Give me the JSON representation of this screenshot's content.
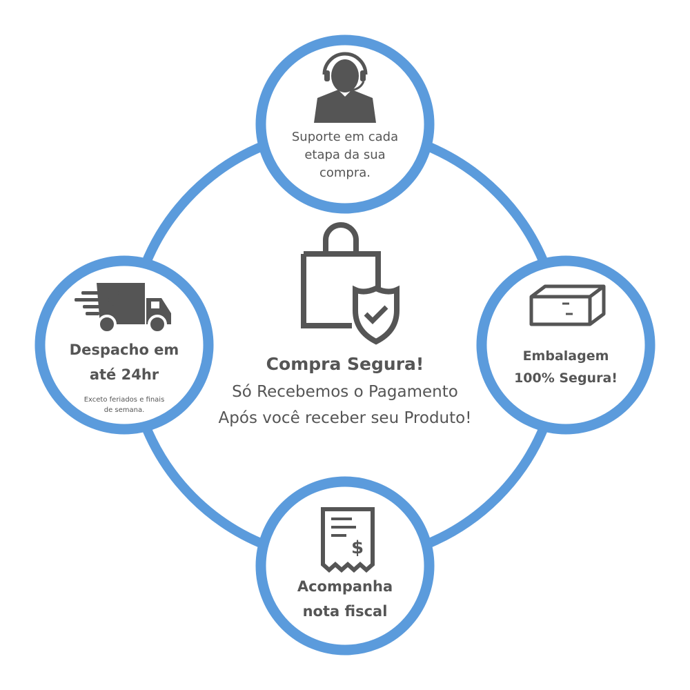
{
  "colors": {
    "ring": "#5b9bdc",
    "icon": "#555555",
    "text": "#555555"
  },
  "center": {
    "title": "Compra Segura!",
    "line1": "Só Recebemos o Pagamento",
    "line2": "Após você receber seu Produto!",
    "icon": "shopping-bag-shield-icon"
  },
  "top": {
    "line1": "Suporte em cada",
    "line2": "etapa da sua",
    "line3": "compra.",
    "icon": "support-agent-icon"
  },
  "left": {
    "line1": "Despacho em",
    "line2": "até 24hr",
    "note1": "Exceto feriados e finais",
    "note2": "de semana.",
    "icon": "delivery-truck-icon"
  },
  "right": {
    "line1": "Embalagem",
    "line2": "100% Segura!",
    "icon": "box-icon"
  },
  "bottom": {
    "line1": "Acompanha",
    "line2": "nota fiscal",
    "icon": "receipt-icon"
  }
}
